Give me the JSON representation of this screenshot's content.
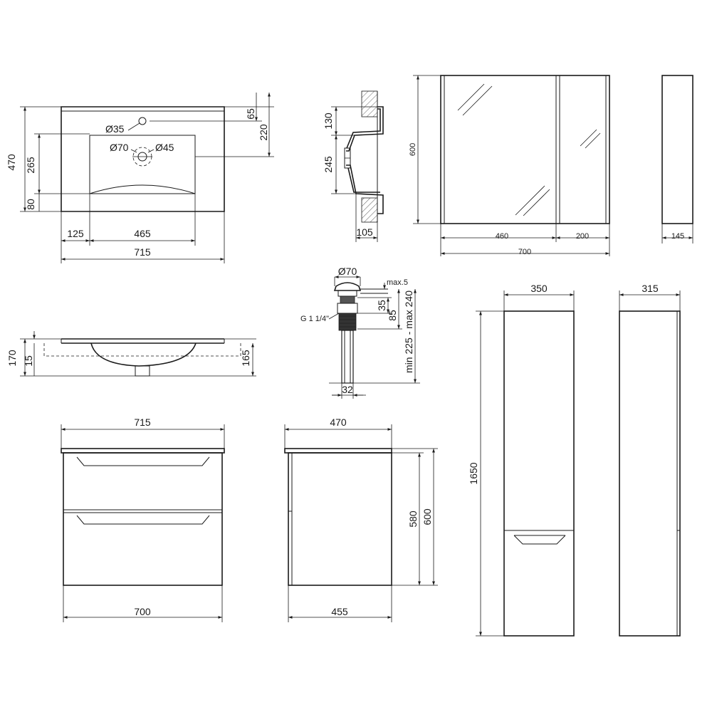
{
  "sink_top_view": {
    "diam_tap": "Ø35",
    "diam_drain_outer": "Ø70",
    "diam_drain_inner": "Ø45",
    "dim_depth": "470",
    "dim_drain_pos": "265",
    "dim_front_edge": "80",
    "dim_tap_offset": "65",
    "dim_bowl_back": "220",
    "dim_left_edge": "125",
    "dim_bowl_width": "465",
    "dim_total_width": "715"
  },
  "sink_section_view": {
    "dim_upper": "130",
    "dim_lower": "245",
    "dim_wall_offset": "105"
  },
  "sink_front_view": {
    "dim_overall_height": "170",
    "dim_rim": "15",
    "dim_bowl_depth": "165"
  },
  "mirror_cabinet": {
    "dim_height": "600",
    "dim_left_door": "460",
    "dim_right_door": "200",
    "dim_total_width": "700",
    "dim_side_depth": "145"
  },
  "drain_fitting": {
    "diam_plug": "Ø70",
    "thread_label": "G 1 1/4\"",
    "dim_max_gap": "max.5",
    "dim_range": "min 225 - max 240",
    "dim_nut": "35",
    "dim_body": "85",
    "dim_pipe": "32"
  },
  "vanity_front": {
    "dim_top_width": "715",
    "dim_body_width": "700"
  },
  "vanity_side": {
    "dim_top_depth": "470",
    "dim_body_depth": "455",
    "dim_body_height": "580",
    "dim_total_height": "600"
  },
  "tall_cabinet": {
    "dim_front_width": "350",
    "dim_side_depth": "315",
    "dim_height": "1650"
  }
}
